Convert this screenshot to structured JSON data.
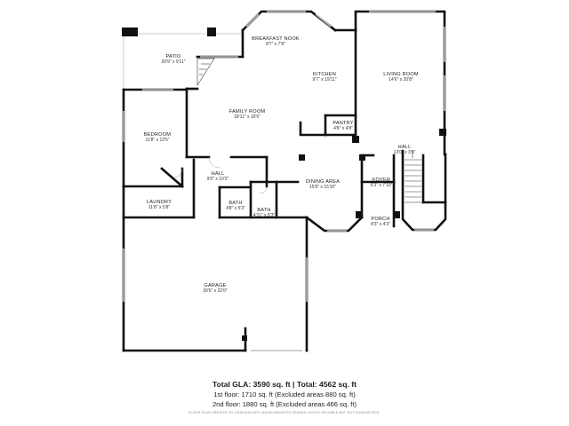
{
  "rooms": {
    "breakfast_nook": {
      "name": "BREAKFAST NOOK",
      "dims": "8'7\" x 7'8\""
    },
    "patio": {
      "name": "PATIO",
      "dims": "20'9\" x 9'11\""
    },
    "kitchen": {
      "name": "KITCHEN",
      "dims": "9'7\" x 19'11\""
    },
    "living_room": {
      "name": "LIVING ROOM",
      "dims": "14'6\" x 20'8\""
    },
    "family_room": {
      "name": "FAMILY ROOM",
      "dims": "18'11\" x 16'5\""
    },
    "bedroom": {
      "name": "BEDROOM",
      "dims": "11'8\" x 13'5\""
    },
    "pantry": {
      "name": "PANTRY",
      "dims": "4'8\" x 4'8\""
    },
    "hall_east": {
      "name": "HALL",
      "dims": "13'0\" x 3'5\""
    },
    "hall_center": {
      "name": "HALL",
      "dims": "9'0\" x 10'2\""
    },
    "dining_area": {
      "name": "DINING AREA",
      "dims": "15'8\" x 15'10\""
    },
    "foyer": {
      "name": "FOYER",
      "dims": "6'3\" x 7'10\""
    },
    "laundry": {
      "name": "LAUNDRY",
      "dims": "11'8\" x 5'8\""
    },
    "bath_1": {
      "name": "BATH",
      "dims": "4'8\" x 5'3\""
    },
    "bath_2": {
      "name": "BATH",
      "dims": "4'11\" x 5'3\""
    },
    "porch": {
      "name": "PORCH",
      "dims": "8'3\" x 4'3\""
    },
    "garage": {
      "name": "GARAGE",
      "dims": "30'6\" x 22'0\""
    }
  },
  "summary": {
    "total": "Total GLA: 3590 sq. ft | Total: 4562 sq. ft",
    "first_floor": "1st floor: 1710 sq. ft (Excluded areas 880 sq. ft)",
    "second_floor": "2nd floor: 1880 sq. ft (Excluded areas 466 sq. ft)",
    "footnote": "FLOOR PLAN CREATED BY CUBICASA APP. MEASUREMENTS DEEMED HIGHLY RELIABLE BUT NOT GUARANTEED."
  },
  "colors": {
    "wall": "#111111",
    "window": "#b9bfc6",
    "patio_line": "#bbbbbb"
  }
}
